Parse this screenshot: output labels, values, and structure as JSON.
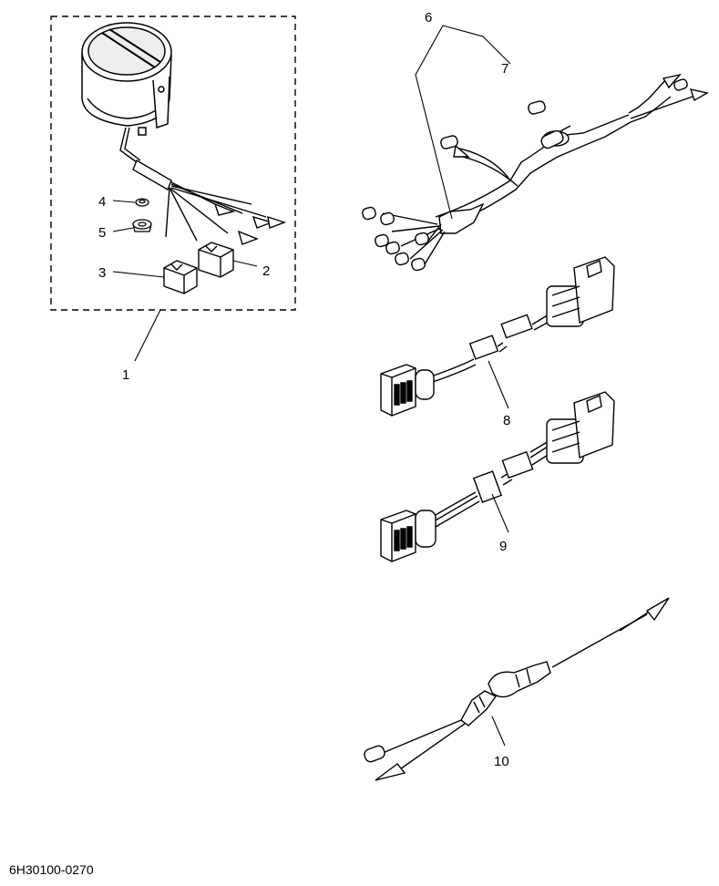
{
  "callouts": [
    {
      "id": "1",
      "label": "1"
    },
    {
      "id": "2",
      "label": "2"
    },
    {
      "id": "3",
      "label": "3"
    },
    {
      "id": "4",
      "label": "4"
    },
    {
      "id": "5",
      "label": "5"
    },
    {
      "id": "6",
      "label": "6"
    },
    {
      "id": "7",
      "label": "7"
    },
    {
      "id": "8",
      "label": "8"
    },
    {
      "id": "9",
      "label": "9"
    },
    {
      "id": "10",
      "label": "10"
    }
  ],
  "drawing_code": "6H30100-0270"
}
